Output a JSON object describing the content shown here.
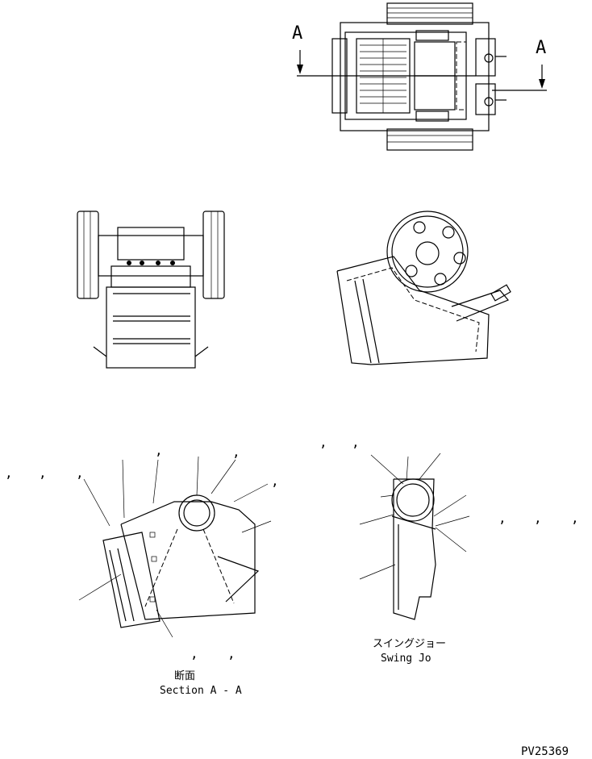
{
  "section_markers": {
    "left": "A",
    "right": "A"
  },
  "callout_comma": ",",
  "section_caption": {
    "jp": "断面",
    "en": "Section A - A"
  },
  "swing_jaw_caption": {
    "jp": "スイングジョー",
    "en": "Swing Jo"
  },
  "drawing_number": "PV25369"
}
